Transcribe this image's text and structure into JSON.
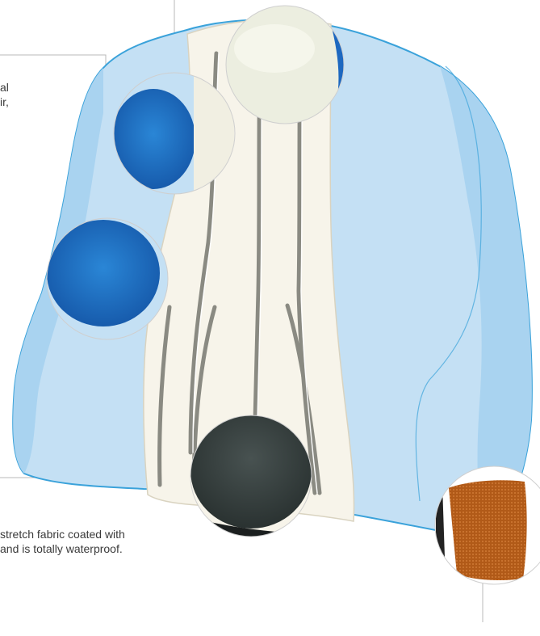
{
  "captions": {
    "top_lines": [
      "al",
      "ir,"
    ],
    "bottom_lines": [
      "stretch fabric coated with",
      "and is totally waterproof."
    ]
  },
  "colors": {
    "shell_light_blue": "#c4e0f4",
    "shell_mid_blue": "#a9d3f0",
    "shell_outline": "#3aa2da",
    "cushion_cream": "#f7f4ea",
    "slot_line": "#8a8a82",
    "swatch_blue": "#1f73c4",
    "swatch_cream": "#eceee0",
    "swatch_dark": "#3b4443",
    "swatch_orange": "#b25e1c",
    "leader_line": "#b8b8b8"
  },
  "callouts": [
    {
      "name": "blue-foam-swatch-upper",
      "material": "blue fabric"
    },
    {
      "name": "cream-fabric-swatch",
      "material": "cream fabric"
    },
    {
      "name": "blue-foam-swatch-lower",
      "material": "blue fabric"
    },
    {
      "name": "black-coated-fabric-swatch",
      "material": "black coated stretch fabric"
    },
    {
      "name": "orange-mesh-swatch",
      "material": "orange mesh fabric"
    }
  ]
}
